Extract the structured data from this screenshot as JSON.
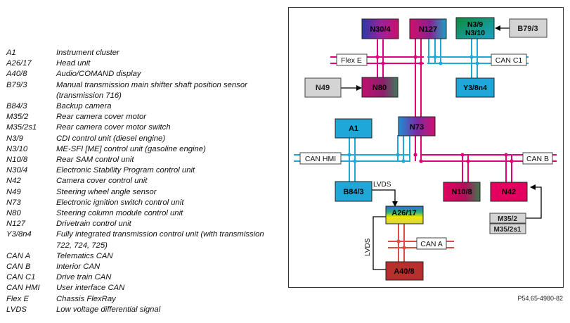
{
  "legend": [
    {
      "abbr": "A1",
      "desc": "Instrument cluster"
    },
    {
      "abbr": "A26/17",
      "desc": "Head unit"
    },
    {
      "abbr": "A40/8",
      "desc": "Audio/COMAND display"
    },
    {
      "abbr": "B79/3",
      "desc": "Manual transmission main shifter shaft position sensor (transmission 716)"
    },
    {
      "abbr": "B84/3",
      "desc": "Backup camera"
    },
    {
      "abbr": "M35/2",
      "desc": "Rear camera cover motor"
    },
    {
      "abbr": "M35/2s1",
      "desc": "Rear camera cover motor switch"
    },
    {
      "abbr": "N3/9",
      "desc": "CDI control unit (diesel engine)"
    },
    {
      "abbr": "N3/10",
      "desc": "ME-SFI [ME] control unit (gasoline engine)"
    },
    {
      "abbr": "N10/8",
      "desc": "Rear SAM control unit"
    },
    {
      "abbr": "N30/4",
      "desc": "Electronic Stability Program control unit"
    },
    {
      "abbr": "N42",
      "desc": "Camera cover control unit"
    },
    {
      "abbr": "N49",
      "desc": "Steering wheel angle sensor"
    },
    {
      "abbr": "N73",
      "desc": "Electronic ignition switch control unit"
    },
    {
      "abbr": "N80",
      "desc": "Steering column module control unit"
    },
    {
      "abbr": "N127",
      "desc": "Drivetrain control unit"
    },
    {
      "abbr": "Y3/8n4",
      "desc": "Fully integrated transmission control unit (with transmission 722, 724, 725)"
    },
    {
      "abbr": "CAN A",
      "desc": "Telematics CAN"
    },
    {
      "abbr": "CAN B",
      "desc": "Interior CAN"
    },
    {
      "abbr": "CAN C1",
      "desc": "Drive train CAN"
    },
    {
      "abbr": "CAN HMI",
      "desc": "User interface CAN"
    },
    {
      "abbr": "Flex E",
      "desc": "Chassis FlexRay"
    },
    {
      "abbr": "LVDS",
      "desc": "Low voltage differential signal"
    }
  ],
  "diagram": {
    "nodes": {
      "n30_4": "N30/4",
      "n127": "N127",
      "n3_9": "N3/9",
      "n3_10": "N3/10",
      "b79_3": "B79/3",
      "n49": "N49",
      "n80": "N80",
      "y3_8n4": "Y3/8n4",
      "a1": "A1",
      "n73": "N73",
      "b84_3": "B84/3",
      "n10_8": "N10/8",
      "n42": "N42",
      "a26_17": "A26/17",
      "a40_8": "A40/8",
      "m35_2": "M35/2",
      "m35_2s1": "M35/2s1"
    },
    "buses": {
      "flex_e": "Flex E",
      "can_c1": "CAN C1",
      "can_hmi": "CAN HMI",
      "can_b": "CAN B",
      "can_a": "CAN A",
      "lvds_top": "LVDS",
      "lvds_side": "LVDS"
    },
    "colors": {
      "flexray": "#e0007a",
      "can_c1": "#21a9d6",
      "can_hmi": "#21a9d6",
      "can_b": "#e0007a",
      "can_a": "#d8503c",
      "box_blue": "#1ea7d8",
      "box_magenta": "#e3005f",
      "box_gray": "#d4d4d4"
    }
  },
  "reference": "P54.65-4980-82"
}
